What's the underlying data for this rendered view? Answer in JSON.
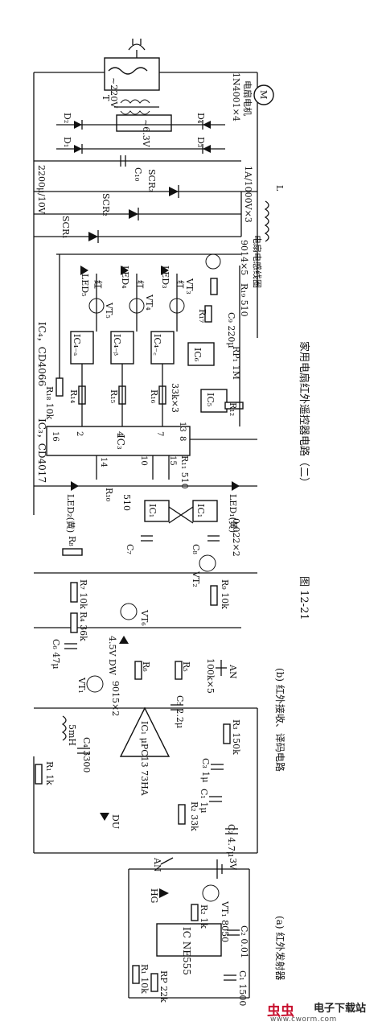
{
  "figure": {
    "number": "图 12-21",
    "caption": "家用电扇红外遥控器电路（二）",
    "subcaption_a": "(a) 红外发射器",
    "subcaption_b": "(b) 红外接收、译码电路"
  },
  "labels": {
    "ic4": "IC₄，CD4066",
    "ic3": "IC₃，CD4017",
    "ac220": "~220V",
    "transformer": "T",
    "ac63": "~6.3V",
    "d1": "D₁",
    "d2": "D₂",
    "d3": "D₃",
    "d4": "D₄",
    "diodes": "1N4001×4",
    "fan_motor": "电扇电机",
    "motor": "M",
    "c10": "2200μ/10V",
    "c10_name": "C₁₀",
    "scr3": "SCR₃",
    "scr_rating": "1A/1000V×3",
    "scr2": "SCR₂",
    "scr1": "SCR₁",
    "inductor_l": "L",
    "inductor_name": "电扇电感线圈",
    "vt_array": "9014×5",
    "led3": "LED₃",
    "led4": "LED₄",
    "led5": "LED₅",
    "red": "红",
    "vt3": "VT₃",
    "vt4": "VT₄",
    "vt5": "VT₅",
    "r19": "R₁₉ 510",
    "r17": "R₁₇",
    "c9": "C₉ 220μ",
    "ic4a": "IC₄₋ₐ",
    "ic4b": "IC₄₋ᵦ",
    "ic4c": "IC₄₋꜀",
    "ic6": "IC₆",
    "ic5": "IC₅",
    "rp1": "RP₁ 1M",
    "r12": "R₁₂",
    "r18": "R₁₈ 10k",
    "r14": "R₁₄",
    "r15": "R₁₅",
    "r16": "R₁₆",
    "r16_val": "33k×3",
    "pin16": "16",
    "pin2": "2",
    "pin4": "4",
    "pin7": "7",
    "pin13": "13",
    "pin8": "8",
    "pin14": "14",
    "pin10": "10",
    "pin15": "15",
    "ic3_name": "IC₃",
    "led2": "LED₂(黄)",
    "led1": "LED₁(黄)",
    "r10": "R₁₀",
    "r11": "R₁₁ 510",
    "r10_val": "510",
    "ic1a": "IC₁",
    "ic1b": "IC₁",
    "c7": "C₇",
    "c8": "C₈",
    "c8_val": "0.022×2",
    "r8": "R₈",
    "r7": "R₇ 10k",
    "r4": "R₄ 36k",
    "vt2": "VT₂",
    "vt6": "VT₆",
    "r9": "R₉ 10k",
    "c6": "C₆ 47μ",
    "dw": "4.5V DW",
    "vt1b": "VT₁",
    "t9015": "9015×2",
    "r6": "R₆",
    "r5": "R₅",
    "r5_val": "100k×5",
    "an_b": "AN",
    "l_coil": "5mH",
    "c4": "C₄ 3300",
    "ic1_amp": "IC₁ μPC13 73HA",
    "c5": "C₅ 2.2μ",
    "r3": "R₃ 150k",
    "c3": "C₃ 1μ",
    "c1": "C₁ 1μ",
    "r2": "R₂ 33k",
    "c2": "C₂ 4.7μ",
    "r1": "R₁ 1k",
    "du": "DU",
    "an_a": "AN",
    "batt": "3V",
    "hg": "HG",
    "vt1a": "VT₁ 8050",
    "ra2": "R₂ 1k",
    "ca2": "C₂ 0.01",
    "ne555": "IC NE555",
    "ra1": "R₁ 10k",
    "rp": "RP 22k",
    "ca1": "C₁ 1500"
  },
  "watermark": {
    "logo": "虫虫",
    "brand": "电子下载站",
    "site": "www.cworm.com"
  }
}
